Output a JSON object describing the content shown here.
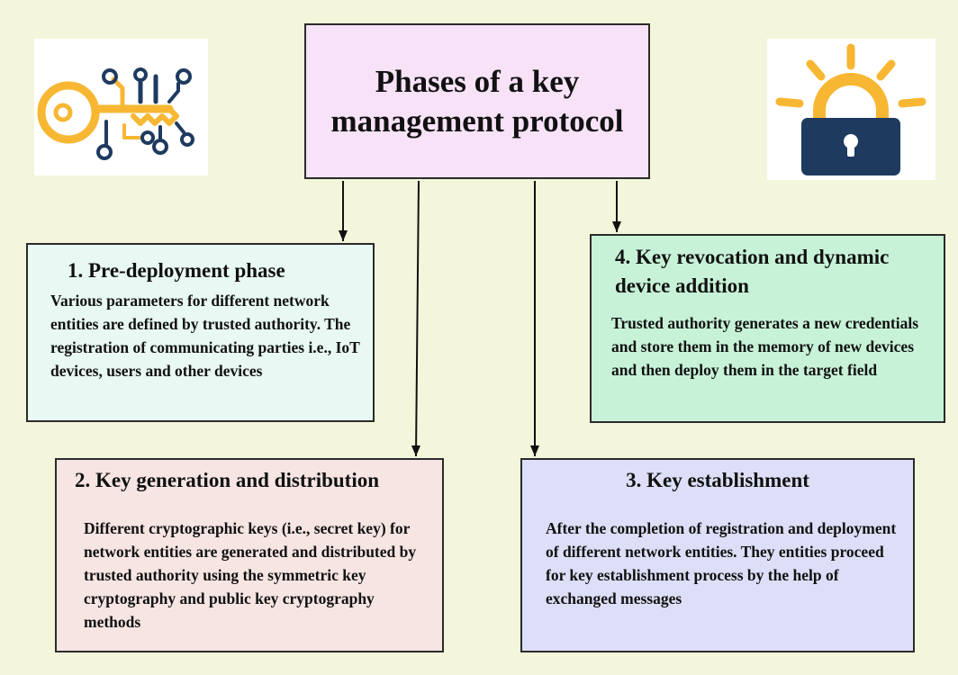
{
  "title": "Phases of a key management protocol",
  "phases": [
    {
      "title": "1. Pre-deployment phase",
      "body": "Various parameters for different network entities are defined by trusted authority. The registration of communicating parties i.e., IoT devices, users and other devices"
    },
    {
      "title": "2. Key generation and distribution",
      "body": "Different cryptographic keys (i.e., secret key) for network entities are generated and distributed by trusted authority using the symmetric key cryptography and public key cryptography methods"
    },
    {
      "title": "3. Key establishment",
      "body": "After the completion of registration and deployment of different network entities. They entities proceed for key establishment process by the help of exchanged messages"
    },
    {
      "title": "4. Key revocation and dynamic device addition",
      "body": "Trusted authority generates a new credentials and store them in the memory of new devices and then deploy them in the target field"
    }
  ],
  "icons": {
    "left": "circuit-key-icon",
    "right": "padlock-icon"
  },
  "colors": {
    "background": "#f4f6dc",
    "title_box": "#f7e2f7",
    "phase1": "#e8f8f3",
    "phase2": "#f6e5e3",
    "phase3": "#dcdff7",
    "phase4": "#c7f2d7",
    "key_orange": "#f7b733",
    "key_navy": "#1e3a5f"
  }
}
